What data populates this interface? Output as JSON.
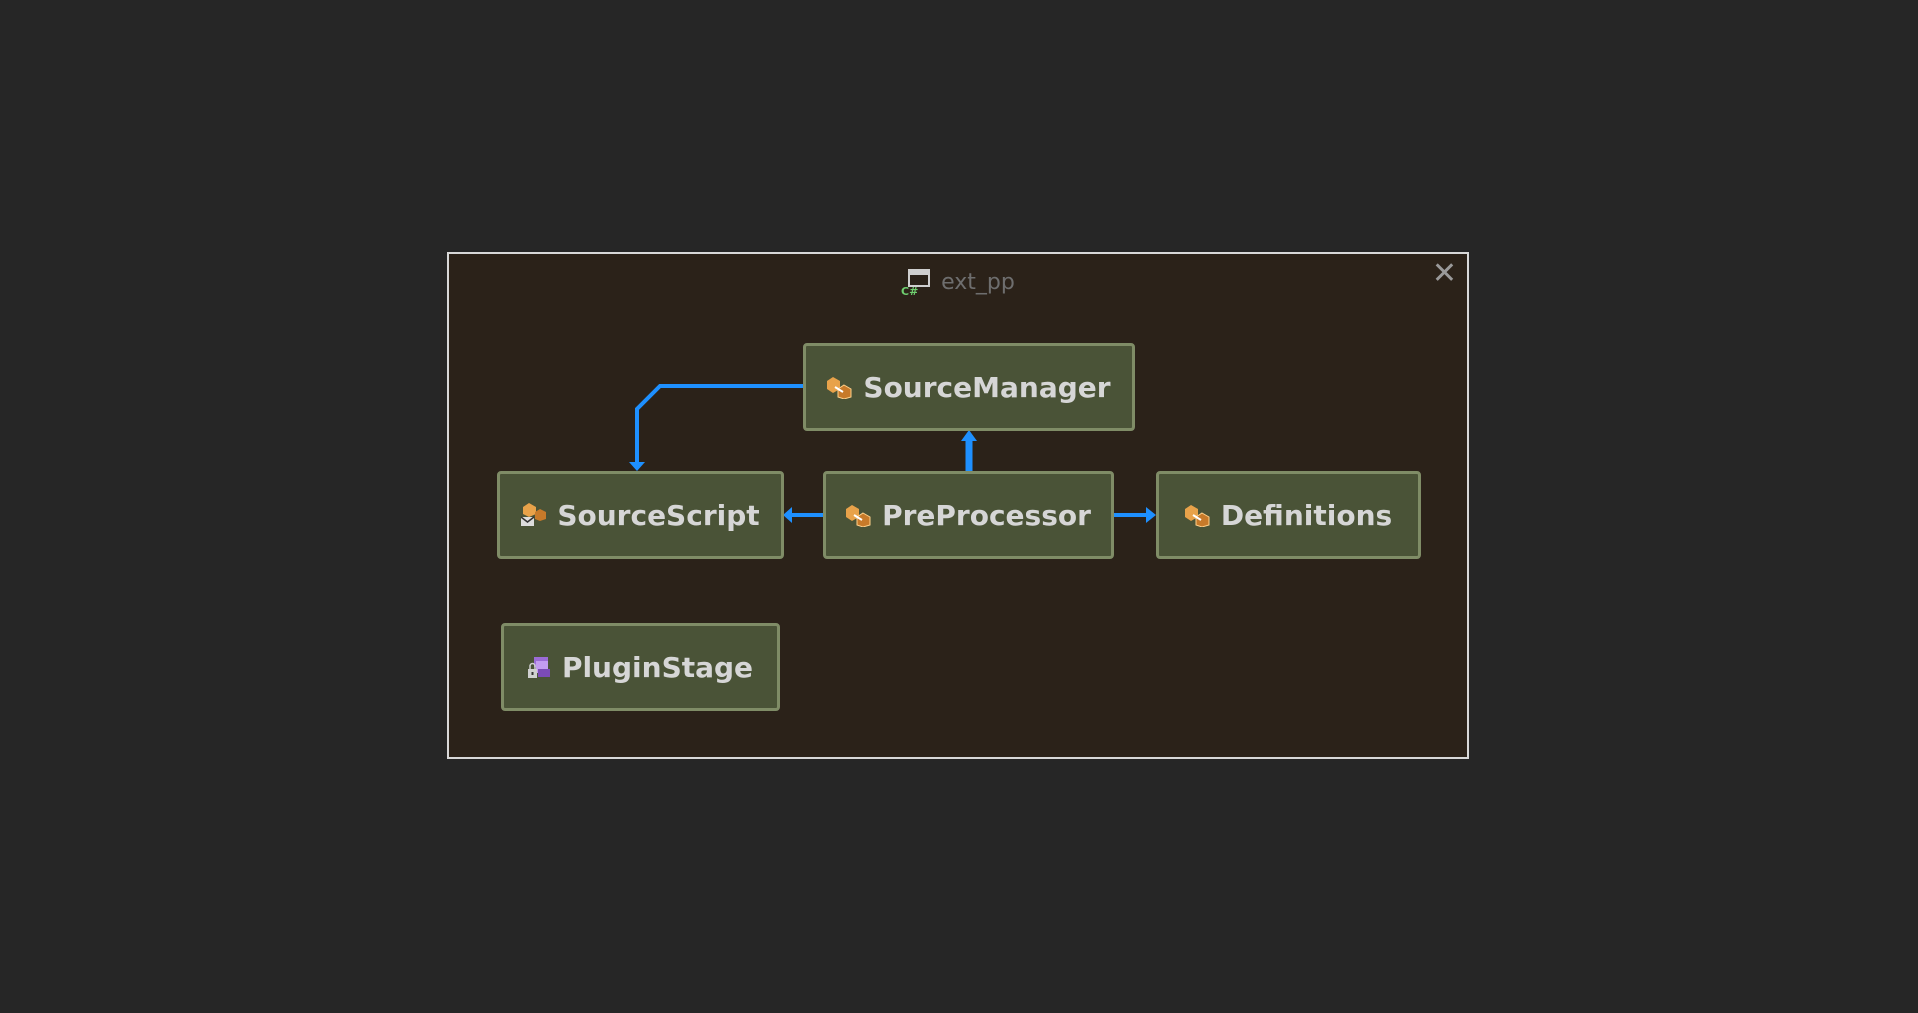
{
  "window": {
    "title": "ext_pp",
    "close_label": "✕",
    "title_icon": "csharp-namespace-icon"
  },
  "nodes": {
    "source_manager": {
      "label": "SourceManager",
      "icon": "class-icon"
    },
    "source_script": {
      "label": "SourceScript",
      "icon": "class-mail-icon"
    },
    "pre_processor": {
      "label": "PreProcessor",
      "icon": "class-icon"
    },
    "definitions": {
      "label": "Definitions",
      "icon": "class-icon"
    },
    "plugin_stage": {
      "label": "PluginStage",
      "icon": "locked-interface-icon"
    }
  },
  "edges": [
    {
      "from": "PreProcessor",
      "to": "SourceManager"
    },
    {
      "from": "PreProcessor",
      "to": "SourceScript"
    },
    {
      "from": "PreProcessor",
      "to": "Definitions"
    },
    {
      "from": "SourceManager",
      "to": "SourceScript"
    }
  ],
  "colors": {
    "edge": "#1e90ff",
    "node_fill": "#4a5337",
    "node_border": "#7f8c66",
    "panel": "#2b2219"
  }
}
